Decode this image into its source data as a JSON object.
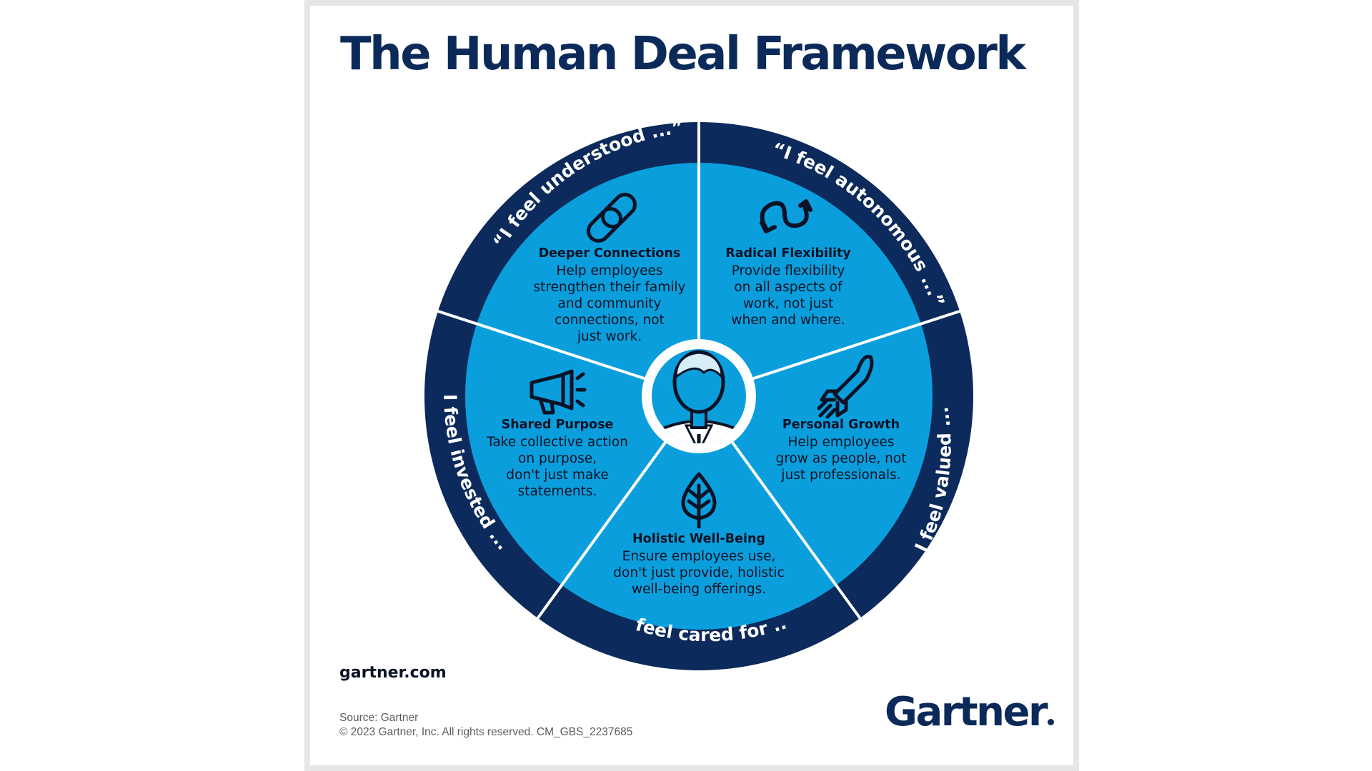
{
  "title": "The Human Deal Framework",
  "colors": {
    "navy": "#0b2a5a",
    "ring": "#0c2a5b",
    "segment": "#0a9fdc",
    "text": "#0b1226"
  },
  "pillars": [
    {
      "title": "Deeper Connections",
      "description": [
        "Help employees",
        "strengthen their family",
        "and community",
        "connections, not",
        "just work."
      ],
      "icon": "chain-link-icon"
    },
    {
      "title": "Radical Flexibility",
      "description": [
        "Provide flexibility",
        "on all aspects of",
        "work, not just",
        "when and where."
      ],
      "icon": "flexible-arrows-icon"
    },
    {
      "title": "Personal Growth",
      "description": [
        "Help employees",
        "grow as people, not",
        "just professionals."
      ],
      "icon": "rocket-icon"
    },
    {
      "title": "Holistic Well-Being",
      "description": [
        "Ensure employees use,",
        "don't just provide, holistic",
        "well-being offerings."
      ],
      "icon": "leaf-icon"
    },
    {
      "title": "Shared Purpose",
      "description": [
        "Take collective action",
        "on purpose,",
        "don't just make",
        "statements."
      ],
      "icon": "megaphone-icon"
    }
  ],
  "quotes": {
    "understood": "“I feel understood ...”",
    "autonomous": "“I feel autonomous ...”",
    "valued": "“I feel valued ...”",
    "cared_for": "“I feel cared for ...”",
    "invested": "“I feel invested ...”"
  },
  "center_icon": "employee-avatar-icon",
  "footer": {
    "site": "gartner.com",
    "source": "Source: Gartner",
    "copyright": "© 2023 Gartner, Inc. All rights reserved. CM_GBS_2237685",
    "logo": "Gartner"
  }
}
